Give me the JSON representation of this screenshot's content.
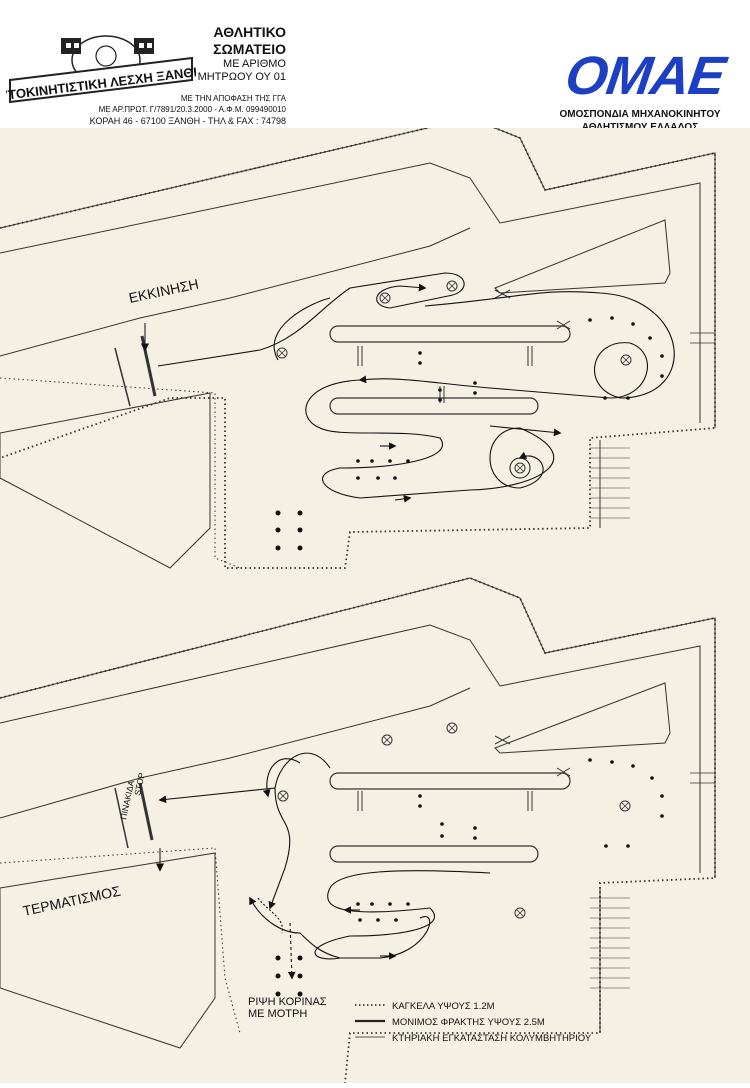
{
  "header": {
    "club_name_lines": [
      "ΑΘΛΗΤΙΚΟ",
      "ΣΩΜΑΤΕΙΟ",
      "ΜΕ ΑΡΙΘΜΟ",
      "ΜΗΤΡΩΟΥ ΟΥ 01"
    ],
    "club_decision": "ΜΕ ΤΗΝ ΑΠΟΦΑΣΗ ΤΗΣ ΓΓΑ",
    "club_protocol": "ΜΕ ΑΡ.ΠΡΩΤ. Γ/7891/20.3.2000 - Α.Φ.Μ. 099490010",
    "club_address": "ΚΟΡΑΗ 46 - 67100 ΞΑΝΘΗ - ΤΗΛ & FAX : 74798",
    "club_logo_text": "ΑΥΤΟΚΙΝΗΤΙΣΤΙΚΗ ΛΕΣΧΗ ΞΑΝΘΗΣ",
    "omae_logo_text": "OMAE",
    "omae_full_name_1": "ΟΜΟΣΠΟΝΔΙΑ ΜΗΧΑΝΟΚΙΝΗΤΟΥ",
    "omae_full_name_2": "ΑΘΛΗΤΙΣΜΟΥ ΕΛΛΑΔΟΣ"
  },
  "plan": {
    "start_label": "ΕΚΚΙΝΗΣΗ",
    "finish_label": "ΤΕΡΜΑΤΙΣΜΟΣ",
    "stop_label_1": "STOP",
    "stop_label_2": "ΠΙΝΑΚΙΔΑ",
    "toss_label_1": "ΡΙΨΗ ΚΟΡΙΝΑΣ",
    "toss_label_2": "ΜΕ ΜΟΤΡΗ"
  },
  "legend": [
    {
      "label": "ΚΑΓΚΕΛΑ ΥΨΟΥΣ 1.2Μ",
      "style": "thin"
    },
    {
      "label": "ΜΟΝΙΜΟΣ ΦΡΑΚΤΗΣ ΥΨΟΥΣ 2.5Μ",
      "style": "thick"
    },
    {
      "label": "ΚΤΗΡΙΑΚΗ ΕΓΚΑΤΑΣΤΑΣΗ ΚΟΛΥΜΒΗΤΗΡΙΟΥ",
      "style": "hair"
    }
  ],
  "colors": {
    "brand_blue": "#1d3fc4",
    "paper": "#f4f0e3",
    "ink": "#222222"
  }
}
